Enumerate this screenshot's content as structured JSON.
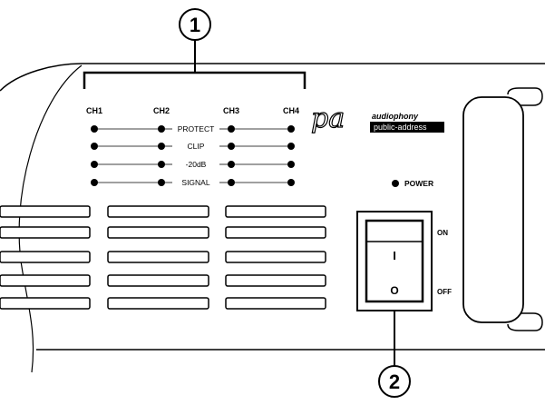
{
  "callouts": {
    "one": "1",
    "two": "2"
  },
  "channels": [
    "CH1",
    "CH2",
    "CH3",
    "CH4"
  ],
  "indicator_rows": [
    "PROTECT",
    "CLIP",
    "-20dB",
    "SIGNAL"
  ],
  "brand": {
    "logo": "pa",
    "name": "audiophony",
    "tagline": "public-address"
  },
  "power": {
    "label": "POWER"
  },
  "switch": {
    "on_label": "ON",
    "off_label": "OFF",
    "on_symbol": "I",
    "off_symbol": "O"
  }
}
